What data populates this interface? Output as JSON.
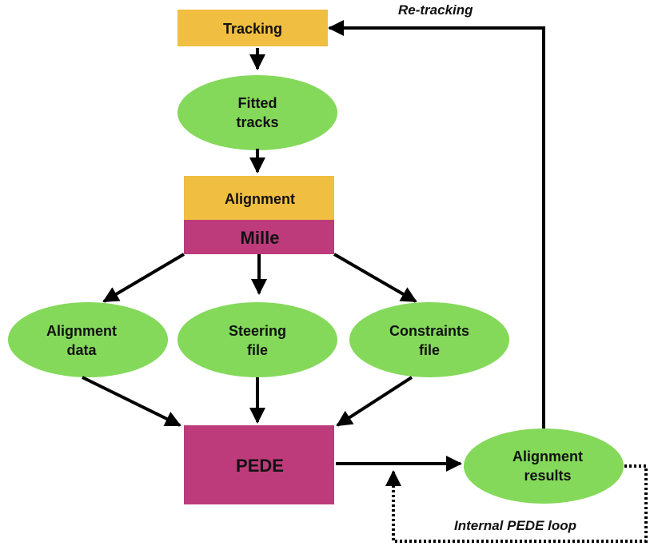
{
  "colors": {
    "tracking_box": "#F0BE41",
    "mille_box": "#BD3B7B",
    "ellipse": "#84D95A",
    "arrow": "#000000"
  },
  "nodes": {
    "tracking": {
      "label": "Tracking"
    },
    "fitted_tracks": {
      "line1": "Fitted",
      "line2": "tracks"
    },
    "alignment": {
      "label": "Alignment"
    },
    "mille": {
      "label": "Mille"
    },
    "alignment_data": {
      "line1": "Alignment",
      "line2": "data"
    },
    "steering_file": {
      "line1": "Steering",
      "line2": "file"
    },
    "constraints_file": {
      "line1": "Constraints",
      "line2": "file"
    },
    "pede": {
      "label": "PEDE"
    },
    "alignment_results": {
      "line1": "Alignment",
      "line2": "results"
    }
  },
  "labels": {
    "retracking": "Re-tracking",
    "internal_loop": "Internal PEDE loop"
  }
}
